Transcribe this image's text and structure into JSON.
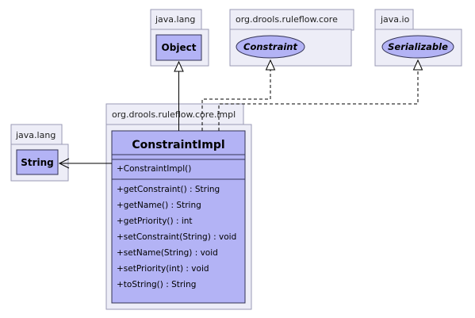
{
  "packages": {
    "java_lang_top": "java.lang",
    "ruleflow_core": "org.drools.ruleflow.core",
    "java_io": "java.io",
    "ruleflow_core_impl": "org.drools.ruleflow.core.impl",
    "java_lang_left": "java.lang"
  },
  "classes": {
    "object": "Object",
    "constraint": "Constraint",
    "serializable": "Serializable",
    "string": "String",
    "main": {
      "name": "ConstraintImpl",
      "constructor": "+ConstraintImpl()",
      "methods": [
        "+getConstraint() : String",
        "+getName() : String",
        "+getPriority() : int",
        "+setConstraint(String) : void",
        "+setName(String) : void",
        "+setPriority(int) : void",
        "+toString() : String"
      ]
    }
  },
  "colors": {
    "class_fill": "#b3b3f5",
    "package_fill": "#ededf7",
    "package_border": "#9a9ab4"
  }
}
